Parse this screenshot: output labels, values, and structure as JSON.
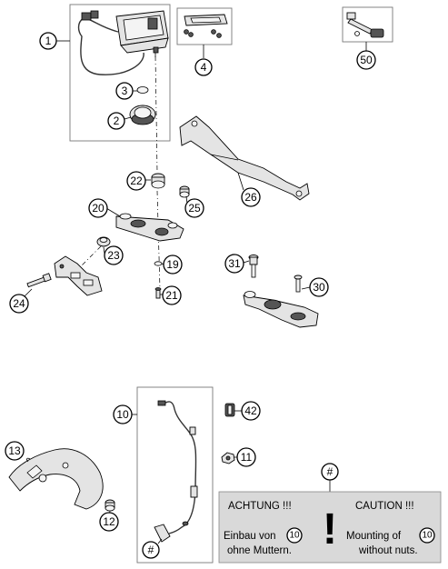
{
  "callouts": {
    "c1": "1",
    "c2": "2",
    "c3": "3",
    "c4": "4",
    "c50": "50",
    "c22": "22",
    "c20": "20",
    "c25": "25",
    "c26": "26",
    "c23": "23",
    "c19": "19",
    "c31": "31",
    "c30": "30",
    "c24": "24",
    "c21": "21",
    "c10": "10",
    "c42": "42",
    "c11": "11",
    "c13": "13",
    "c12": "12"
  },
  "note": {
    "marker": "#",
    "left_heading": "ACHTUNG !!!",
    "right_heading": "CAUTION !!!",
    "exclamation": "!",
    "left_line1_prefix": "Einbau von",
    "left_ref": "10",
    "left_line2": "ohne Muttern.",
    "right_line1_prefix": "Mounting of",
    "right_ref": "10",
    "right_line2": "without nuts."
  },
  "cable_marker": "#"
}
